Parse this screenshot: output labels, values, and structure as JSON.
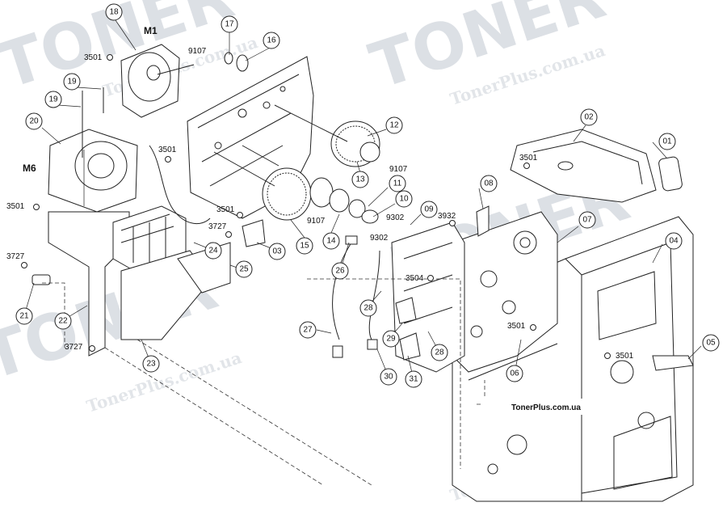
{
  "watermark": {
    "brand": "TONER",
    "url": "TonerPlus.com.ua"
  },
  "site_label": "TonerPlus.com.ua",
  "motors": [
    {
      "id": "m1",
      "text": "M1"
    },
    {
      "id": "m6",
      "text": "M6"
    }
  ],
  "callouts": [
    {
      "id": "c18",
      "text": "18"
    },
    {
      "id": "c17",
      "text": "17"
    },
    {
      "id": "c16",
      "text": "16"
    },
    {
      "id": "c19a",
      "text": "19"
    },
    {
      "id": "c19b",
      "text": "19"
    },
    {
      "id": "c20",
      "text": "20"
    },
    {
      "id": "c12",
      "text": "12"
    },
    {
      "id": "c13",
      "text": "13"
    },
    {
      "id": "c11",
      "text": "11"
    },
    {
      "id": "c10",
      "text": "10"
    },
    {
      "id": "c09",
      "text": "09"
    },
    {
      "id": "c08",
      "text": "08"
    },
    {
      "id": "c02",
      "text": "02"
    },
    {
      "id": "c01",
      "text": "01"
    },
    {
      "id": "c07",
      "text": "07"
    },
    {
      "id": "c04",
      "text": "04"
    },
    {
      "id": "c05",
      "text": "05"
    },
    {
      "id": "c06",
      "text": "06"
    },
    {
      "id": "c14",
      "text": "14"
    },
    {
      "id": "c15",
      "text": "15"
    },
    {
      "id": "c03",
      "text": "03"
    },
    {
      "id": "c24",
      "text": "24"
    },
    {
      "id": "c25",
      "text": "25"
    },
    {
      "id": "c26",
      "text": "26"
    },
    {
      "id": "c27",
      "text": "27"
    },
    {
      "id": "c28a",
      "text": "28"
    },
    {
      "id": "c28b",
      "text": "28"
    },
    {
      "id": "c29",
      "text": "29"
    },
    {
      "id": "c30",
      "text": "30"
    },
    {
      "id": "c31",
      "text": "31"
    },
    {
      "id": "c21",
      "text": "21"
    },
    {
      "id": "c22",
      "text": "22"
    },
    {
      "id": "c23",
      "text": "23"
    }
  ],
  "screw_labels": [
    {
      "id": "s1",
      "text": "3501"
    },
    {
      "id": "s2",
      "text": "9107"
    },
    {
      "id": "s3",
      "text": "3501"
    },
    {
      "id": "s4",
      "text": "9107"
    },
    {
      "id": "s5",
      "text": "9107"
    },
    {
      "id": "s6",
      "text": "3501"
    },
    {
      "id": "s7",
      "text": "3501"
    },
    {
      "id": "s8",
      "text": "3727"
    },
    {
      "id": "s9",
      "text": "9302"
    },
    {
      "id": "s10",
      "text": "9302"
    },
    {
      "id": "s11",
      "text": "3932"
    },
    {
      "id": "s12",
      "text": "3501"
    },
    {
      "id": "s13",
      "text": "3727"
    },
    {
      "id": "s14",
      "text": "3504"
    },
    {
      "id": "s15",
      "text": "3501"
    },
    {
      "id": "s16",
      "text": "3501"
    },
    {
      "id": "s17",
      "text": "3727"
    }
  ]
}
